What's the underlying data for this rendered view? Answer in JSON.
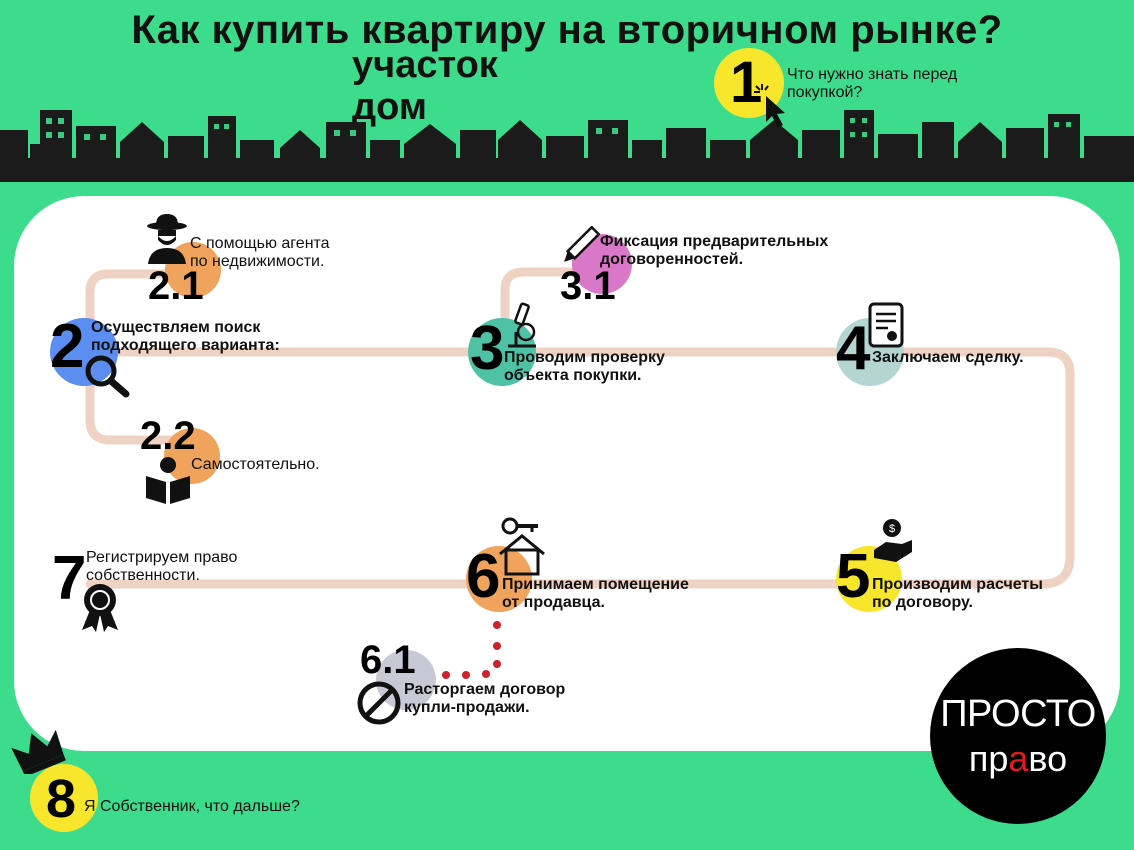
{
  "title": "Как купить квартиру на вторичном рынке?",
  "subtitle_1": "участок",
  "subtitle_2": "дом",
  "steps": {
    "s1": {
      "num": "1",
      "label_line1": "Что нужно знать перед",
      "label_line2": "покупкой?"
    },
    "s2": {
      "num": "2",
      "label_line1": "Осуществляем поиск",
      "label_line2": "подходящего варианта:"
    },
    "s2_1": {
      "num": "2.1",
      "label_line1": "С помощью агента",
      "label_line2": "по недвижимости."
    },
    "s2_2": {
      "num": "2.2",
      "label_line1": "Самостоятельно."
    },
    "s3": {
      "num": "3",
      "label_line1": "Проводим проверку",
      "label_line2": "объекта покупки."
    },
    "s3_1": {
      "num": "3.1",
      "label_line1": "Фиксация предварительных",
      "label_line2": "договоренностей."
    },
    "s4": {
      "num": "4",
      "label_line1": "Заключаем сделку."
    },
    "s5": {
      "num": "5",
      "label_line1": "Производим расчеты",
      "label_line2": "по договору."
    },
    "s6": {
      "num": "6",
      "label_line1": "Принимаем помещение",
      "label_line2": "от продавца."
    },
    "s6_1": {
      "num": "6.1",
      "label_line1": "Расторгаем договор",
      "label_line2": "купли-продажи."
    },
    "s7": {
      "num": "7",
      "label_line1": "Регистрируем право",
      "label_line2": "собственности."
    },
    "s8": {
      "num": "8",
      "label_line1": "Я Собственник, что дальше?"
    }
  },
  "logo": {
    "line1": "ПРОСТО",
    "line2_a": "пр",
    "line2_b": "а",
    "line2_c": "во"
  },
  "colors": {
    "background": "#3ddc8c",
    "skyline": "#1b1b1b",
    "path": "#efd2c4",
    "yellow": "#f7e62b",
    "blue": "#5b8ef0",
    "orange": "#f0a35c",
    "teal": "#4fc2a6",
    "pink": "#d978c8",
    "grey_blue": "#b4d5d2",
    "grey": "#c9c9d6",
    "red_dots": "#d0202a",
    "logo_accent": "#e21b23"
  },
  "icons": [
    "cursor-icon",
    "spy-agent-icon",
    "magnifier-icon",
    "reading-person-icon",
    "microscope-icon",
    "pencil-icon",
    "document-icon",
    "money-hand-icon",
    "house-key-icon",
    "award-ribbon-icon",
    "forbidden-icon",
    "crown-icon"
  ]
}
